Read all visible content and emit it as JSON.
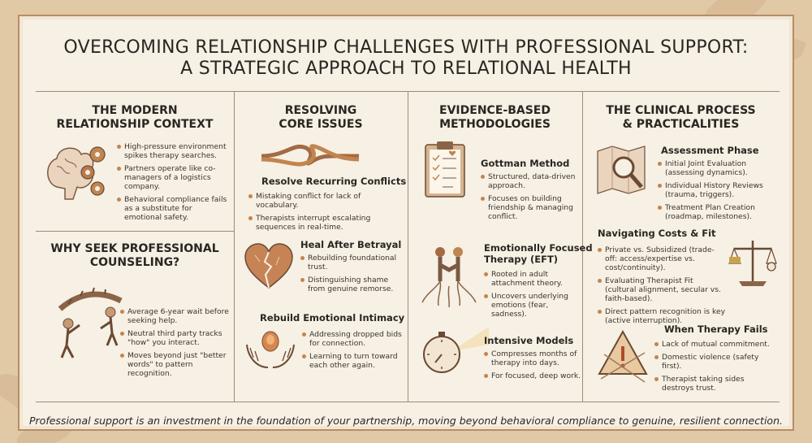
{
  "title": {
    "line1": "OVERCOMING RELATIONSHIP CHALLENGES WITH PROFESSIONAL SUPPORT:",
    "line2": "A STRATEGIC APPROACH TO RELATIONAL HEALTH"
  },
  "col1": {
    "heading1": "THE MODERN",
    "heading2": "RELATIONSHIP CONTEXT",
    "bullets": [
      "High-pressure environment spikes therapy searches.",
      "Partners operate like co-managers of a logistics company.",
      "Behavioral compliance fails as a substitute for emotional safety."
    ],
    "why_heading1": "WHY SEEK PROFESSIONAL",
    "why_heading2": "COUNSELING?",
    "why_bullets": [
      "Average 6-year wait before seeking help.",
      "Neutral third party tracks \"how\" you interact.",
      "Moves beyond just \"better words\" to pattern recognition."
    ]
  },
  "col2": {
    "heading1": "RESOLVING",
    "heading2": "CORE ISSUES",
    "conflicts_title": "Resolve Recurring Conflicts",
    "conflicts_bullets": [
      "Mistaking conflict for lack of vocabulary.",
      "Therapists interrupt escalating sequences in real-time."
    ],
    "betrayal_title": "Heal After Betrayal",
    "betrayal_bullets": [
      "Rebuilding foundational trust.",
      "Distinguishing shame from genuine remorse."
    ],
    "intimacy_title": "Rebuild Emotional Intimacy",
    "intimacy_bullets": [
      "Addressing dropped bids for connection.",
      "Learning to turn toward each other again."
    ]
  },
  "col3": {
    "heading1": "EVIDENCE-BASED",
    "heading2": "METHODOLOGIES",
    "gottman_title": "Gottman Method",
    "gottman_bullets": [
      "Structured, data-driven approach.",
      "Focuses on building friendship & managing conflict."
    ],
    "eft_title1": "Emotionally Focused",
    "eft_title2": "Therapy (EFT)",
    "eft_bullets": [
      "Rooted in adult attachment theory.",
      "Uncovers underlying emotions (fear, sadness)."
    ],
    "intensive_title": "Intensive Models",
    "intensive_bullets": [
      "Compresses months of therapy into days.",
      "For focused, deep work."
    ]
  },
  "col4": {
    "heading1": "THE CLINICAL PROCESS",
    "heading2": "& PRACTICALITIES",
    "assessment_title": "Assessment Phase",
    "assessment_bullets": [
      "Initial Joint Evaluation (assessing dynamics).",
      "Individual History Reviews (trauma, triggers).",
      "Treatment Plan Creation (roadmap, milestones)."
    ],
    "costs_title": "Navigating Costs & Fit",
    "costs_bullets": [
      "Private vs. Subsidized (trade-off: access/expertise vs. cost/continuity).",
      "Evaluating Therapist Fit (cultural alignment, secular vs. faith-based).",
      "Direct pattern recognition is key (active interruption)."
    ],
    "fails_title": "When Therapy Fails",
    "fails_bullets": [
      "Lack of mutual commitment.",
      "Domestic violence (safety first).",
      "Therapist taking sides destroys trust."
    ]
  },
  "footer": "Professional support is an investment in the foundation of your partnership, moving beyond behavioral compliance to genuine, resilient connection.",
  "colors": {
    "background": "#e2c9a6",
    "panel": "#f7f0e4",
    "accent": "#c18550",
    "text": "#2f2a25"
  },
  "icons": [
    "brain-gears-icon",
    "bridge-people-icon",
    "rope-knot-icon",
    "broken-heart-icon",
    "hands-heart-icon",
    "clipboard-icon",
    "couple-roots-icon",
    "stopwatch-icon",
    "map-magnifier-icon",
    "scale-icon",
    "warning-triangle-icon"
  ]
}
